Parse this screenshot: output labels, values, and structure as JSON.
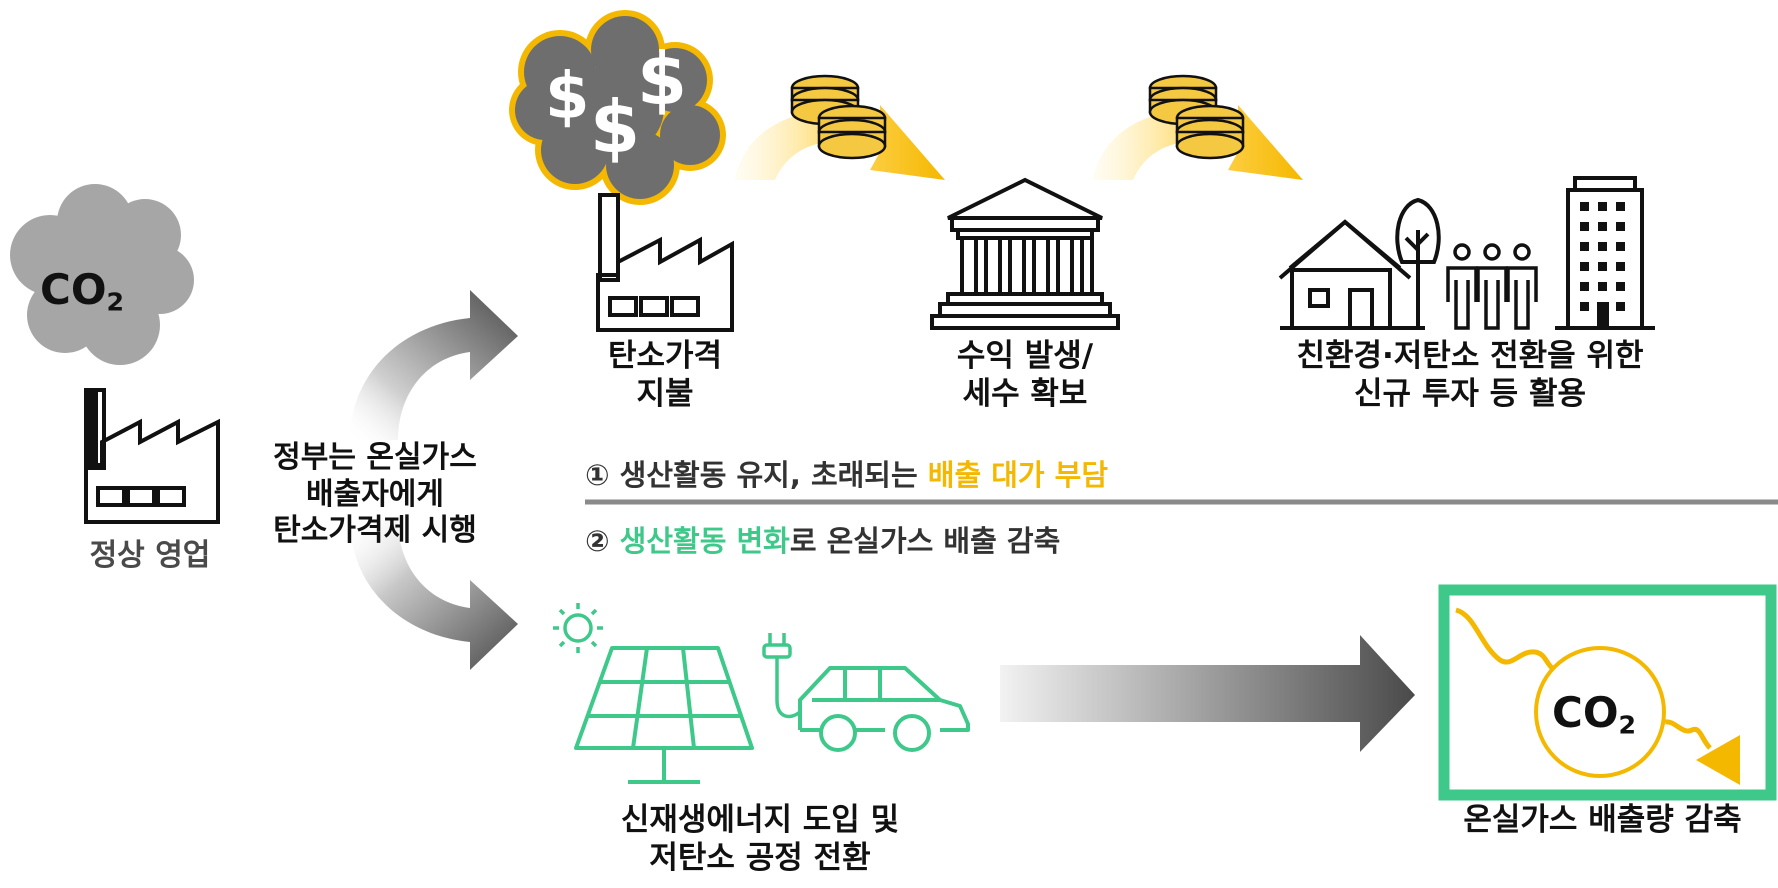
{
  "colors": {
    "accent_yellow": "#f5b800",
    "accent_green": "#3ec98a",
    "dark_gray": "#4a4a4a",
    "cloud_gray": "#a6a6a6",
    "divider_gray": "#8a8a8a"
  },
  "icons": [
    "co2-cloud-icon",
    "factory-icon",
    "money-cloud-icon",
    "coins-icon",
    "bank-icon",
    "house-icon",
    "tree-icon",
    "people-icon",
    "building-icon",
    "sun-icon",
    "solar-panel-icon",
    "plug-icon",
    "electric-car-icon",
    "co2-decrease-icon"
  ],
  "left": {
    "co2_main": "CO",
    "co2_sub": "2",
    "factory_label": "정상 영업"
  },
  "center_text": [
    "정부는 온실가스",
    "배출자에게",
    "탄소가격제 시행"
  ],
  "top_row": {
    "pay_label": [
      "탄소가격",
      "지불"
    ],
    "revenue_label": [
      "수익 발생/",
      "세수 확보"
    ],
    "invest_label": [
      "친환경·저탄소 전환을 위한",
      "신규 투자 등 활용"
    ]
  },
  "option1": {
    "prefix": "① 생산활동 유지, 초래되는 ",
    "highlight": "배출 대가 부담"
  },
  "option2": {
    "prefix": "② ",
    "highlight": "생산활동 변화",
    "suffix": "로 온실가스 배출 감축"
  },
  "bottom_row": {
    "renewable_label": [
      "신재생에너지 도입 및",
      "저탄소 공정 전환"
    ],
    "result_label": "온실가스 배출량 감축",
    "co2_main": "CO",
    "co2_sub": "2"
  }
}
